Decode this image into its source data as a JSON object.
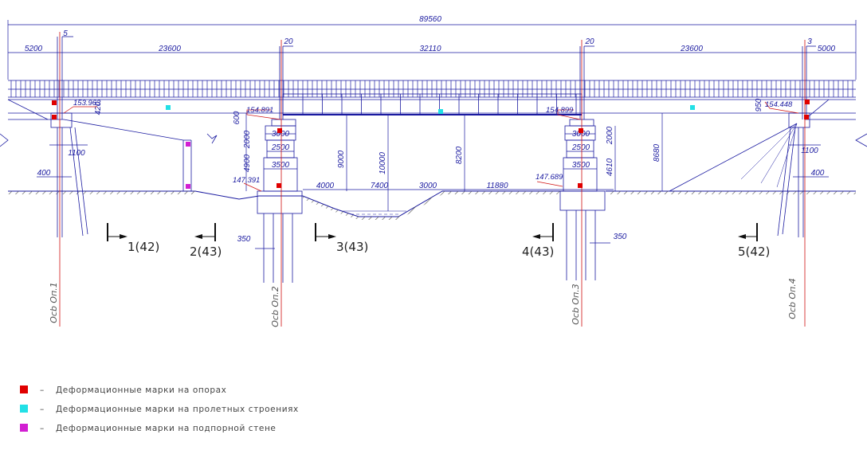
{
  "dimensions": {
    "overall": "89560",
    "spans": [
      "5200",
      "23600",
      "32110",
      "23600",
      "5000"
    ],
    "offsets": [
      "5",
      "20",
      "20",
      "3"
    ],
    "vertical": [
      "600",
      "2000",
      "4900",
      "9000",
      "10000",
      "8200",
      "8680",
      "2000",
      "4610",
      "950",
      "420"
    ],
    "pier_widths": [
      "3000",
      "2500",
      "3500",
      "3000",
      "2500",
      "3500"
    ],
    "ground": [
      "4000",
      "7400",
      "3000",
      "11880"
    ],
    "piles": [
      "1100",
      "400",
      "350",
      "350",
      "1100",
      "400"
    ]
  },
  "elevations": [
    "153.963",
    "154.891",
    "147.391",
    "154.899",
    "147.689",
    "154.448"
  ],
  "sections": [
    "1(42)",
    "2(43)",
    "3(43)",
    "4(43)",
    "5(42)"
  ],
  "support_axes": [
    "Осb Оп.1",
    "Осb Оп.2",
    "Осb Оп.3",
    "Осb Оп.4"
  ],
  "colors": {
    "support_marks": "#e00000",
    "span_marks": "#22e0e6",
    "wall_marks": "#d21fd2",
    "dimension_lines": "#1a1aa0",
    "axis_lines": "#d01010",
    "structure": "#1a1aa0"
  },
  "legend": [
    {
      "dash": "–",
      "text": "Деформационные марки на опорах",
      "color": "#e00000"
    },
    {
      "dash": "–",
      "text": "Деформационные марки на пролетных строениях",
      "color": "#22e0e6"
    },
    {
      "dash": "–",
      "text": "Деформационные марки на подпорной стене",
      "color": "#d21fd2"
    }
  ]
}
